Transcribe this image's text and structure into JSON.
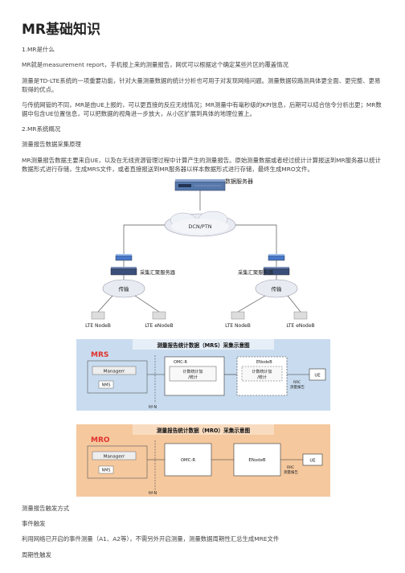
{
  "doc": {
    "title": "MR基础知识",
    "p1": "1.MR是什么",
    "p2": "MR就是measurement report，手机报上来的测量报告，网优可以根据这个确定某些片区的覆盖情况",
    "p3": "测量是TD-LTE系统的一项重要功能，针对大量测量数据的统计分析也可用于对发现网络问题。测量数据较路测具体更全面、更完整、更易取得的优点。",
    "p4": "与传统网管的不同，MR是由UE上报的，可以更直接的反应无线情况；MR测量中有毫秒级的KPI信息，后期可以结合信令分析出更；MR数据中包含UE位置信息，可以把数据的视角进一步放大，从小区扩展到具体的地理位置上。",
    "p5": "2.MR系统概况",
    "p6": "测量报告数据采集原理",
    "p7": "MR测量报告数据主要来自UE，以及在无线资源管理过程中计算产生的测量报告。原始测量数据或者经过统计计算报送到MR服务器以统计数据形式进行存储，生成MRS文件，或者直接报送到MR服务器以样本数据形式进行存储，最终生成MRO文件。",
    "p8": "测量报告触发方式",
    "p9": "事件触发",
    "p10": "利用网络已开启的事件测量（A1、A2等），不需另外开启测量，测量数据周期性汇总生成MRE文件",
    "p11": "周期性触发"
  },
  "network_diagram": {
    "data_server": "数据服务器",
    "dcn": "DCN/PTN",
    "collector_left": "采集汇聚服务器",
    "collector_right": "采集汇聚服务器",
    "transport_left": "传输",
    "transport_right": "传输",
    "nodes": [
      "LTE NodeB",
      "LTE eNodeB",
      "LTE NodeB",
      "LTE eNodeB"
    ]
  },
  "mrs_diagram": {
    "title": "测量报告统计数据（MRS）采集示意图",
    "tag": "MRS",
    "manager": "Managerr",
    "nms": "NMS",
    "omc_title": "OMC-R",
    "omc_inner": "计数统计加",
    "omc_inner2": "/统计",
    "enodeb_title": "ENodeB",
    "enodeb_inner": "计数统计加",
    "enodeb_inner2": "/统计",
    "rrc": "RRC",
    "rrc2": "测量报告",
    "ue": "UE",
    "itf": "Itf-N",
    "tag_color": "#e0322c"
  },
  "mro_diagram": {
    "title": "测量报告统计数据（MRO）采集示意图",
    "tag": "MRO",
    "manager": "Managerr",
    "nms": "NMS",
    "omc": "OMC-R",
    "enodeb": "ENodeB",
    "ue": "UE",
    "rrc": "RRC",
    "rrc2": "测量报告",
    "itf": "Itf-N",
    "tag_color": "#e0322c"
  }
}
